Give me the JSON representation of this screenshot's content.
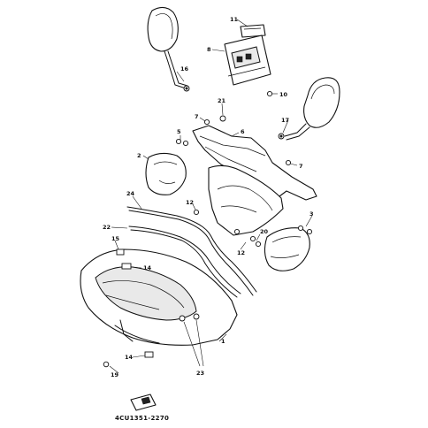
{
  "diagram": {
    "code": "4CU1351-2270",
    "callouts": {
      "c1": "1",
      "c2": "2",
      "c3": "3",
      "c5": "5",
      "c6": "6",
      "c7a": "7",
      "c7b": "7",
      "c8": "8",
      "c10": "10",
      "c11": "11",
      "c12a": "12",
      "c12b": "12",
      "c14a": "14",
      "c14b": "14",
      "c15": "15",
      "c16": "16",
      "c17": "17",
      "c19": "19",
      "c20": "20",
      "c21": "21",
      "c22": "22",
      "c23": "23",
      "c24": "24"
    }
  }
}
